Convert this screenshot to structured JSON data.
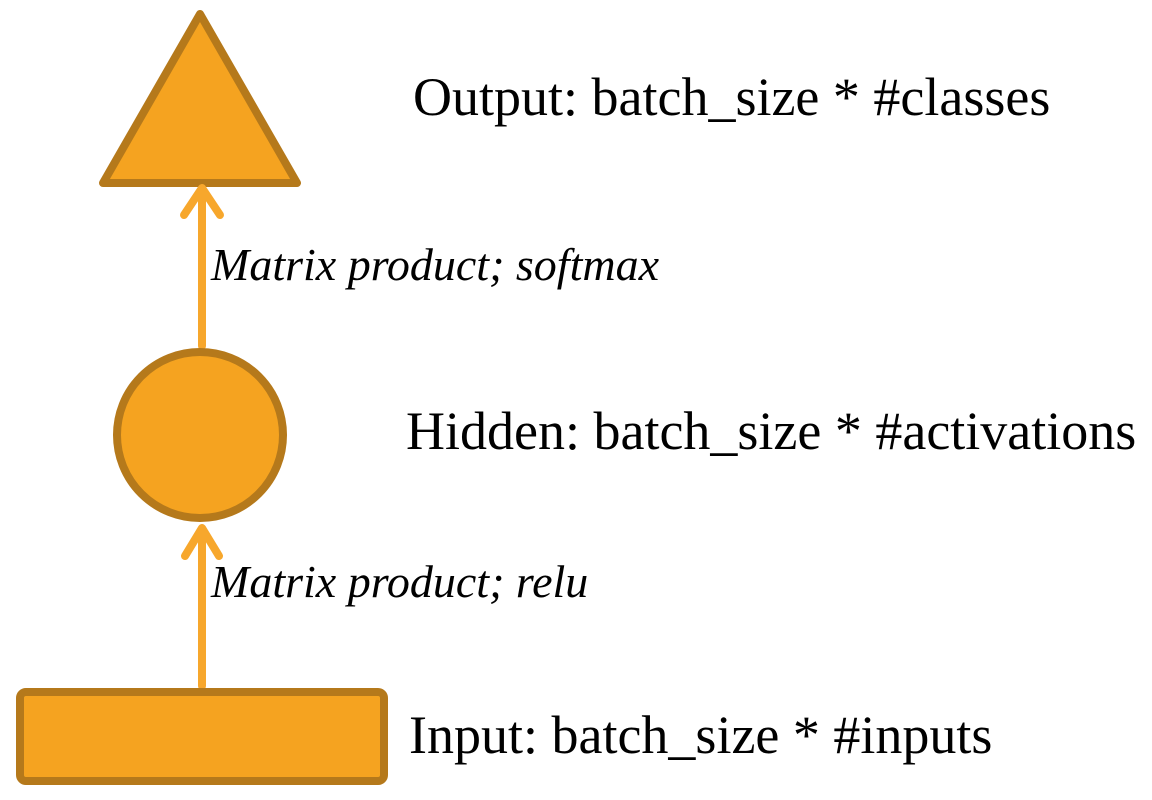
{
  "diagram": {
    "type": "neural-network-layer-diagram",
    "nodes": [
      {
        "id": "output",
        "shape": "triangle",
        "label": "Output: batch_size * #classes"
      },
      {
        "id": "hidden",
        "shape": "circle",
        "label": "Hidden: batch_size * #activations"
      },
      {
        "id": "input",
        "shape": "rectangle",
        "label": "Input: batch_size * #inputs"
      }
    ],
    "edges": [
      {
        "from": "hidden",
        "to": "output",
        "label": "Matrix product; softmax"
      },
      {
        "from": "input",
        "to": "hidden",
        "label": "Matrix product; relu"
      }
    ],
    "colors": {
      "shape_fill": "#F5A320",
      "shape_border": "#B5791B",
      "arrow": "#F7A72C",
      "text": "#000000",
      "background": "#FFFFFF"
    }
  }
}
